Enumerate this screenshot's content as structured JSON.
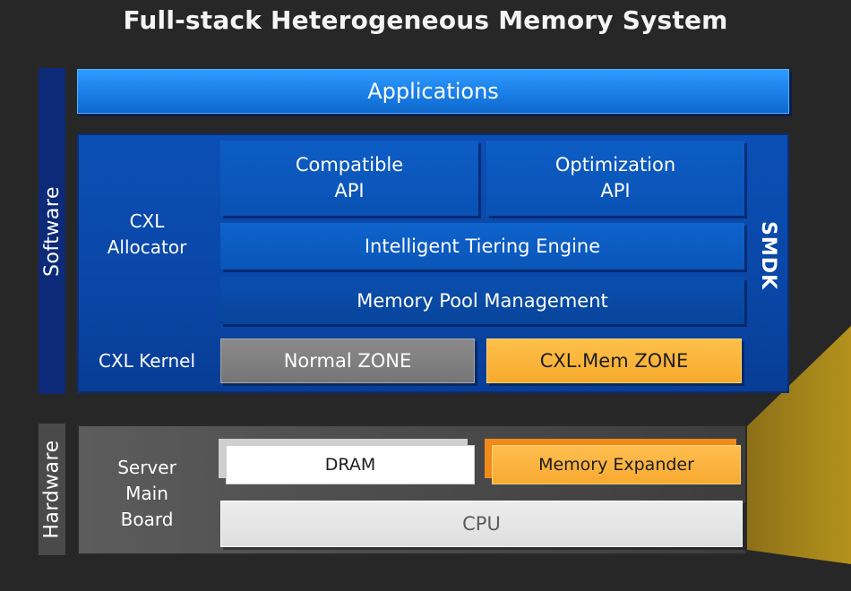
{
  "title": "Full-stack Heterogeneous Memory System",
  "layers": {
    "software": "Software",
    "hardware": "Hardware"
  },
  "applications": "Applications",
  "software_stack": {
    "cxl_allocator": "CXL\nAllocator",
    "cxl_kernel": "CXL Kernel",
    "compatible_api": "Compatible\nAPI",
    "optimization_api": "Optimization\nAPI",
    "tiering_engine": "Intelligent Tiering Engine",
    "pool_management": "Memory Pool Management",
    "normal_zone": "Normal ZONE",
    "cxlmem_zone": "CXL.Mem ZONE",
    "smdk": "SMDK"
  },
  "hardware_stack": {
    "server_main_board": "Server\nMain\nBoard",
    "dram": "DRAM",
    "memory_expander": "Memory Expander",
    "cpu": "CPU"
  },
  "colors": {
    "background": "#272727",
    "software_blue": "#0a46a6",
    "applications_blue": "#1a7fe8",
    "cxl_orange": "#f6aa2c",
    "normal_gray": "#7f7f7f",
    "hardware_gray": "#4e4e4e",
    "wedge_gold": "#a7861a"
  }
}
